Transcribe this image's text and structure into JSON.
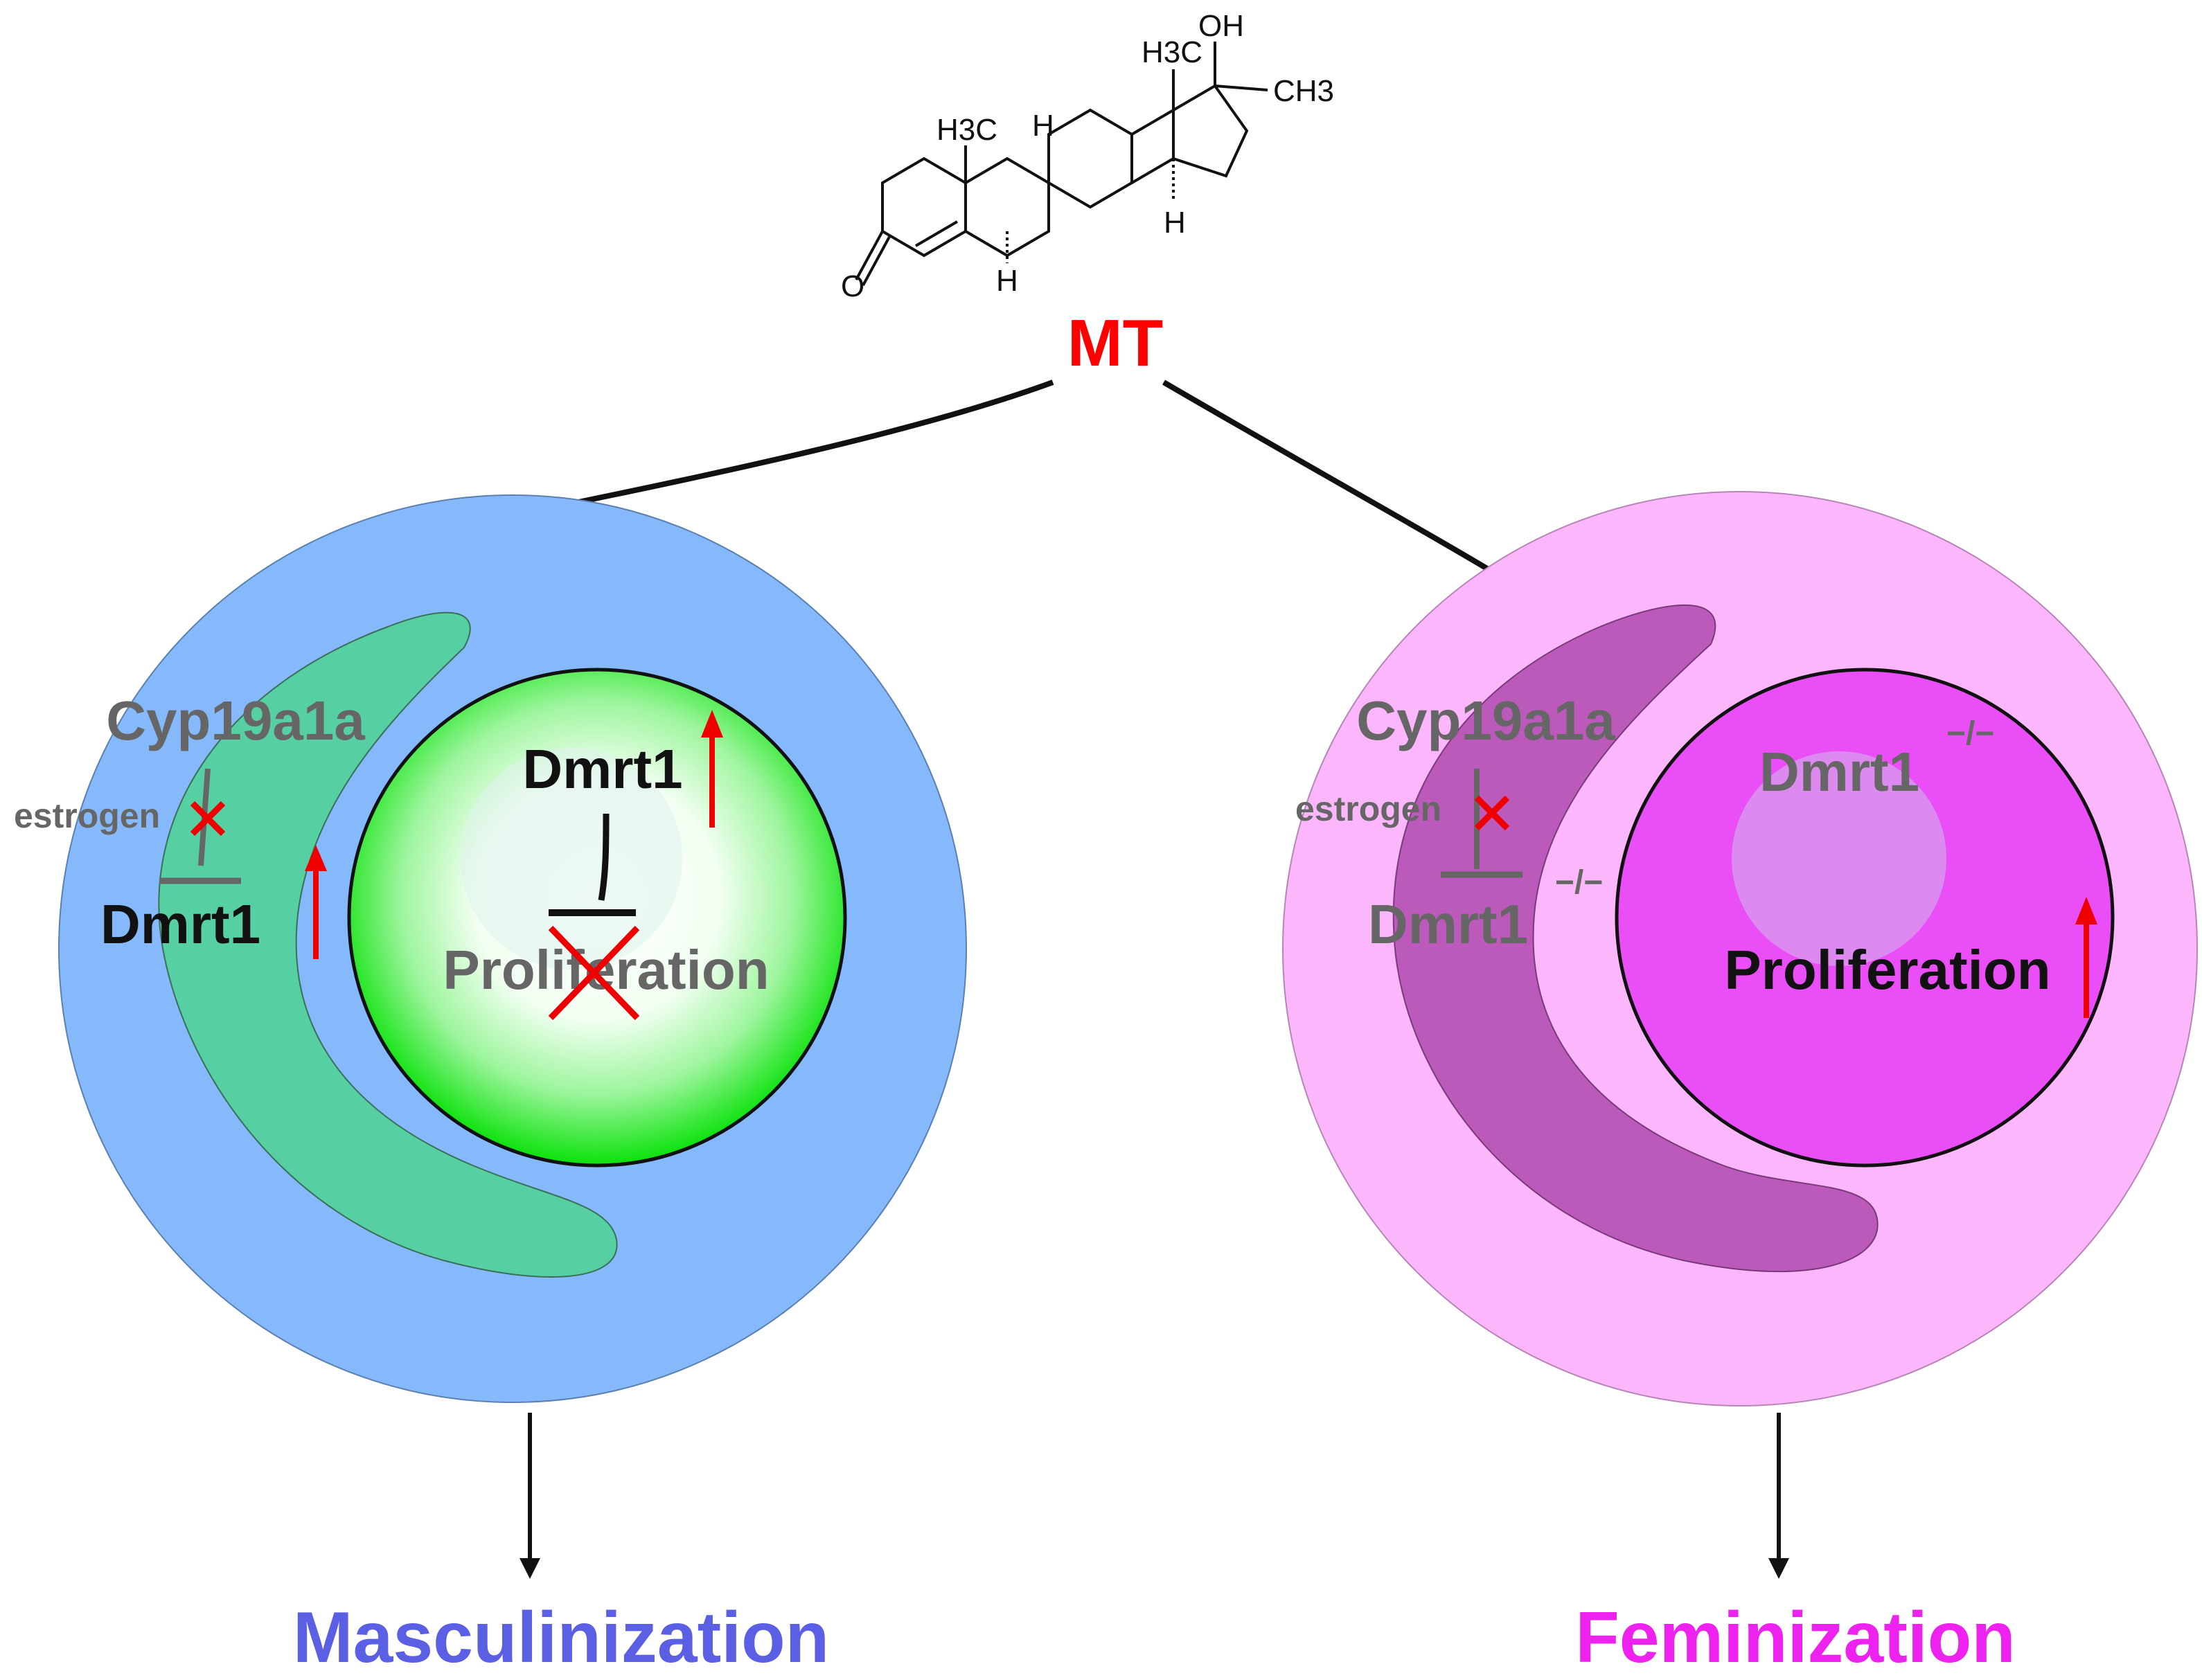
{
  "molecule": {
    "groups": {
      "oh": "OH",
      "ch3_right": "CH3",
      "h3c_top": "H3C",
      "h3c_left": "H3C",
      "h_center": "H",
      "h_bottom_left": "H",
      "h_bottom_right": "H",
      "oxygen": "O"
    },
    "name": "MT"
  },
  "left_cell": {
    "cyp_label": "Cyp19a1a",
    "estrogen_label": "estrogen",
    "dmrt1_cyto_label": "Dmrt1",
    "dmrt1_nucleus_label": "Dmrt1",
    "proliferation_label": "Proliferation",
    "outcome_label": "Masculinization"
  },
  "right_cell": {
    "cyp_label": "Cyp19a1a",
    "estrogen_label": "estrogen",
    "dmrt1_cyto_label": "Dmrt1",
    "dmrt1_cyto_superscript": "−/−",
    "dmrt1_nucleus_label": "Dmrt1",
    "dmrt1_nucleus_superscript": "−/−",
    "proliferation_label": "Proliferation",
    "outcome_label": "Feminization"
  },
  "colors": {
    "mt": "#ff0000",
    "masculinization": "#5b5fe3",
    "feminization": "#ee22ee",
    "left_outer": "#86b9fb",
    "left_crescent": "#56d0a2",
    "nucleus_green": "#00e000",
    "right_outer": "#fcb7fc",
    "right_crescent": "#bb5abb",
    "right_nucleus": "#ea4ff7",
    "gray_text": "#666666",
    "up_arrow": "#ee0000"
  }
}
